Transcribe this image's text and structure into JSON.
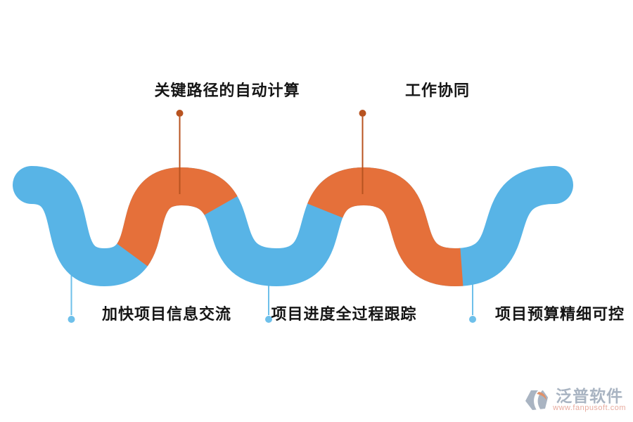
{
  "labels": {
    "top": [
      {
        "text": "关键路径的自动计算"
      },
      {
        "text": "工作协同"
      }
    ],
    "bottom": [
      {
        "text": "加快项目信息交流"
      },
      {
        "text": "项目进度全过程跟踪"
      },
      {
        "text": "项目预算精细可控"
      }
    ]
  },
  "logo": {
    "name": "泛普软件",
    "url": "www.fanpusoft.com"
  },
  "colors": {
    "wave_blue": "#58b4e6",
    "wave_orange": "#e5703a",
    "connector_top": "#b85320",
    "connector_bottom": "#6ec0ea",
    "label_text": "#151515",
    "logo_text": "#a9b4c2",
    "logo_url": "#e8aca0",
    "logo_badge": "#a9b4c2",
    "logo_swoosh": "#e09068"
  }
}
